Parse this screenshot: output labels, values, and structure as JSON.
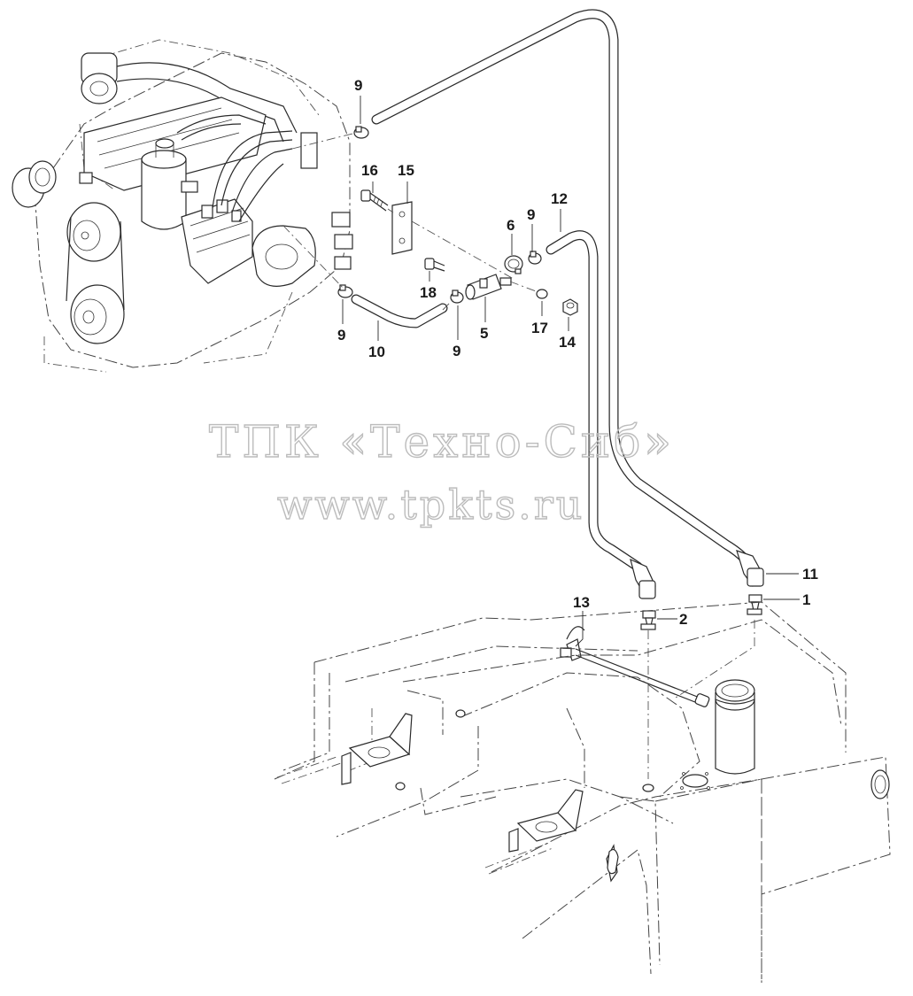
{
  "watermark": {
    "line1": "ТПК «Техно-Сиб»",
    "line2": "www.tpkts.ru"
  },
  "callouts": {
    "c9a": "9",
    "c16": "16",
    "c15": "15",
    "c12": "12",
    "c6": "6",
    "c9b": "9",
    "c18": "18",
    "c9c": "9",
    "c10": "10",
    "c9d": "9",
    "c5": "5",
    "c17": "17",
    "c14": "14",
    "c11": "11",
    "c1": "1",
    "c13": "13",
    "c2": "2"
  },
  "colors": {
    "line": "#2a2a2a",
    "watermark": "#bcbcbc",
    "background": "#ffffff"
  }
}
